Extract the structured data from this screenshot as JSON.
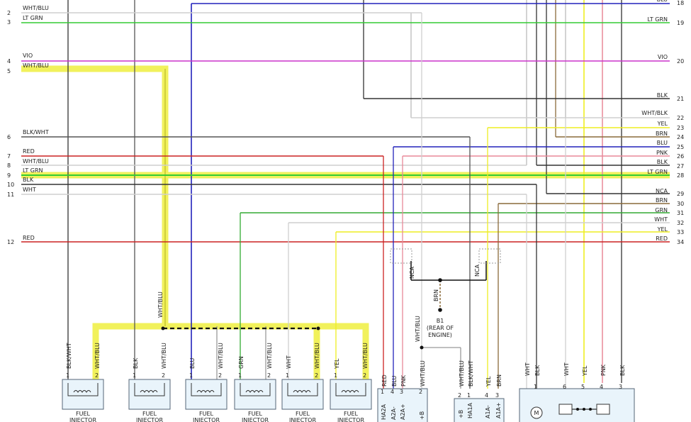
{
  "colors": {
    "highlight": "#f0f04a",
    "blue": "#2222bb",
    "ltgrn": "#33cc33",
    "vio": "#cc33cc",
    "wht": "#cfcfcf",
    "blk": "#333333",
    "red": "#cc2222",
    "pnk": "#e88899",
    "yel": "#eeee22",
    "brn": "#8a6a3a",
    "grn": "#33aa33",
    "gray": "#777777",
    "module_fill": "#e9f4fb",
    "module_stroke": "#556677"
  },
  "left_rows": [
    {
      "num": "2",
      "label": "WHT/BLU"
    },
    {
      "num": "3",
      "label": "LT GRN"
    },
    {
      "num": "4",
      "label": "VIO"
    },
    {
      "num": "5",
      "label": "WHT/BLU"
    },
    {
      "num": "6",
      "label": "BLK/WHT"
    },
    {
      "num": "7",
      "label": "RED"
    },
    {
      "num": "8",
      "label": "WHT/BLU"
    },
    {
      "num": "9",
      "label": "LT GRN"
    },
    {
      "num": "10",
      "label": "BLK"
    },
    {
      "num": "11",
      "label": "WHT"
    },
    {
      "num": "12",
      "label": "RED"
    }
  ],
  "right_rows": [
    {
      "num": "18",
      "label": "BLU"
    },
    {
      "num": "19",
      "label": "LT GRN"
    },
    {
      "num": "20",
      "label": "VIO"
    },
    {
      "num": "21",
      "label": "BLK"
    },
    {
      "num": "22",
      "label": "WHT/BLK"
    },
    {
      "num": "23",
      "label": "YEL"
    },
    {
      "num": "24",
      "label": "BRN"
    },
    {
      "num": "25",
      "label": "BLU"
    },
    {
      "num": "26",
      "label": "PNK"
    },
    {
      "num": "27",
      "label": "BLK"
    },
    {
      "num": "28",
      "label": "LT GRN"
    },
    {
      "num": "29",
      "label": "NCA"
    },
    {
      "num": "30",
      "label": "BRN"
    },
    {
      "num": "31",
      "label": "GRN"
    },
    {
      "num": "32",
      "label": "WHT"
    },
    {
      "num": "33",
      "label": "YEL"
    },
    {
      "num": "34",
      "label": "RED"
    }
  ],
  "injectors": [
    {
      "pin1": "1",
      "pin2": "2",
      "wire1": "BLK/WHT",
      "wire2": "WHT/BLU",
      "label1": "FUEL",
      "label2": "INJECTOR"
    },
    {
      "pin1": "1",
      "pin2": "2",
      "wire1": "BLK",
      "wire2": "WHT/BLU",
      "label1": "FUEL",
      "label2": "INJECTOR"
    },
    {
      "pin1": "1",
      "pin2": "2",
      "wire1": "BLU",
      "wire2": "WHT/BLU",
      "label1": "FUEL",
      "label2": "INJECTOR"
    },
    {
      "pin1": "1",
      "pin2": "2",
      "wire1": "GRN",
      "wire2": "WHT/BLU",
      "label1": "FUEL",
      "label2": "INJECTOR"
    },
    {
      "pin1": "1",
      "pin2": "2",
      "wire1": "WHT",
      "wire2": "WHT/BLU",
      "label1": "FUEL",
      "label2": "INJECTOR"
    },
    {
      "pin1": "1",
      "pin2": "2",
      "wire1": "YEL",
      "wire2": "WHT/BLU",
      "label1": "FUEL",
      "label2": "INJECTOR"
    }
  ],
  "harness_label": "WHT/BLU",
  "ground": {
    "nca_left": "NCA",
    "nca_right": "NCA",
    "brn": "BRN",
    "name": "B1",
    "sub1": "(REAR OF",
    "sub2": "ENGINE)",
    "branch": "WHT/BLU"
  },
  "conn_a": {
    "wires": [
      {
        "pin": "1",
        "label": "RED"
      },
      {
        "pin": "4",
        "label": "BLU"
      },
      {
        "pin": "3",
        "label": "PNK"
      },
      {
        "pin": "2",
        "label": "WHT/BLU"
      }
    ],
    "terms": [
      "HA2A",
      "A2A-",
      "A2A+",
      "+B"
    ]
  },
  "conn_b": {
    "wires": [
      {
        "pin": "2",
        "label": "WHT/BLU"
      },
      {
        "pin": "1",
        "label": "BLK/WHT"
      },
      {
        "pin": "4",
        "label": "YEL"
      },
      {
        "pin": "3",
        "label": "BRN"
      }
    ],
    "terms": [
      "+B",
      "HA1A",
      "A1A-",
      "A1A+"
    ]
  },
  "conn_c": {
    "wires": [
      {
        "pin": "",
        "label": "WHT"
      },
      {
        "pin": "1",
        "label": "BLK"
      },
      {
        "pin": "6",
        "label": "WHT"
      },
      {
        "pin": "5",
        "label": "YEL"
      },
      {
        "pin": "4",
        "label": "PNK"
      },
      {
        "pin": "3",
        "label": "BLK"
      }
    ],
    "motor": "M"
  }
}
